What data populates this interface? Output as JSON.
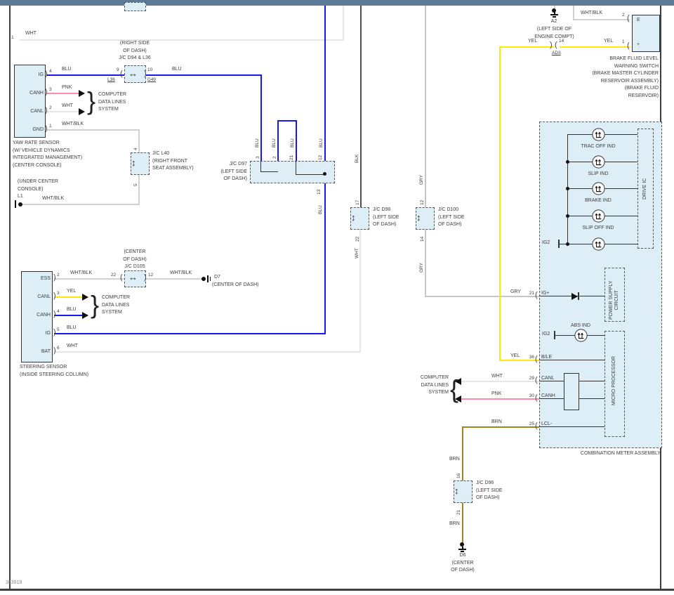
{
  "colors": {
    "blu": "#1717ee",
    "pnk": "#ff8cab",
    "yel": "#ffe90a",
    "brn": "#a3831f",
    "gry": "#c6c6c6",
    "wht": "#e6e6e6",
    "wht_blk": "#d2d2d2",
    "blk": "#4d4d4d",
    "box_fill": "#ddeef7",
    "top_bar": "#5d7b97"
  },
  "page": {
    "footer_id": "383918"
  },
  "wire_names": {
    "blu": "BLU",
    "pnk": "PNK",
    "wht": "WHT",
    "wht_blk": "WHT/BLK",
    "yel": "YEL",
    "blk": "BLK",
    "gry": "GRY",
    "brn": "BRN"
  },
  "cdl": [
    "COMPUTER",
    "DATA LINES",
    "SYSTEM"
  ],
  "top_wire": {
    "pin": "1"
  },
  "yaw": {
    "caption": [
      "YAW RATE SENSOR",
      "(W/ VEHICLE DYNAMICS",
      "INTEGRATED MANAGEMENT)",
      "(CENTER CONSOLE)"
    ],
    "pins": [
      {
        "n": "4",
        "name": "IG"
      },
      {
        "n": "3",
        "name": "CANH"
      },
      {
        "n": "2",
        "name": "CANL"
      },
      {
        "n": "1",
        "name": "GND"
      }
    ]
  },
  "steering": {
    "caption": [
      "STEERING SENSOR",
      "(INSIDE STEERING COLUMN)"
    ],
    "pins": [
      {
        "n": "2",
        "name": "ESS"
      },
      {
        "n": "3",
        "name": "CANL"
      },
      {
        "n": "4",
        "name": "CANH"
      },
      {
        "n": "5",
        "name": "IG"
      },
      {
        "n": "6",
        "name": "BAT"
      }
    ]
  },
  "d94": {
    "caption": [
      "(RIGHT SIDE",
      "OF DASH)",
      "J/C D94 & L36"
    ],
    "left_pin": "9",
    "left_label": "L36",
    "right_pin": "10",
    "right_label": "D49"
  },
  "l40": {
    "caption": [
      "J/C L40",
      "(RIGHT FRONT",
      "SEAT ASSEMBLY)"
    ],
    "top_pin": "4",
    "bottom_pin": "5"
  },
  "l1": {
    "caption": [
      "(UNDER CENTER",
      "CONSOLE)"
    ],
    "label": "L1"
  },
  "d97": {
    "caption": [
      "J/C D97",
      "(LEFT SIDE",
      "OF DASH)"
    ],
    "top_pins": [
      "3",
      "2",
      "21",
      "12"
    ],
    "bottom_pin": "13"
  },
  "d105": {
    "caption": [
      "(CENTER",
      "OF DASH)",
      "J/C D105"
    ],
    "left_pin": "22",
    "right_pin": "12"
  },
  "d7": {
    "label": "D7",
    "caption": "(CENTER OF DASH)"
  },
  "d98": {
    "caption": [
      "J/C D98",
      "(LEFT SIDE",
      "OF DASH)"
    ],
    "top_pin": "17",
    "bottom_pin": "22"
  },
  "d100": {
    "caption": [
      "J/C D100",
      "(LEFT SIDE",
      "OF DASH)"
    ],
    "top_pin": "12",
    "bottom_pin": "14"
  },
  "d96": {
    "caption": [
      "J/C D96",
      "(LEFT SIDE",
      "OF DASH)"
    ],
    "top_pin": "16",
    "bottom_pin": "21"
  },
  "d6": {
    "label": "D6",
    "caption": [
      "(CENTER",
      "OF DASH)"
    ]
  },
  "a2": {
    "label": "A2",
    "caption": [
      "(LEFT SIDE OF",
      "ENGINE COMPT)"
    ]
  },
  "ad3": {
    "pin": "14",
    "label": "AD3"
  },
  "brake_switch": {
    "caption": [
      "BRAKE FLUID LEVEL",
      "WARNING SWITCH",
      "(BRAKE MASTER CYLINDER",
      "RESERVOIR ASSEMBLY)",
      "(BRAKE FLUID",
      "RESERVOIR)"
    ],
    "top_term": "E",
    "bottom_term": "+",
    "top_pin": "2",
    "bottom_pin": "1"
  },
  "meter": {
    "caption": "COMBINATION METER ASSEMBLY",
    "drive_ic": "DRIVE IC",
    "power_supply": [
      "POWER SUPPLY",
      "CIRCUIT"
    ],
    "micro": "MICRO PROCESSOR",
    "ig2": "IG2",
    "abs_ind": "ABS IND",
    "leds": [
      "TRAC OFF IND",
      "SLIP IND",
      "BRAKE IND",
      "SLIP OFF IND"
    ],
    "pins": [
      {
        "n": "21",
        "name": "IG+"
      },
      {
        "n": "36",
        "name": "B/LE"
      },
      {
        "n": "29",
        "name": "CANL"
      },
      {
        "n": "30",
        "name": "CANH"
      },
      {
        "n": "25",
        "name": "LCL-"
      }
    ]
  }
}
